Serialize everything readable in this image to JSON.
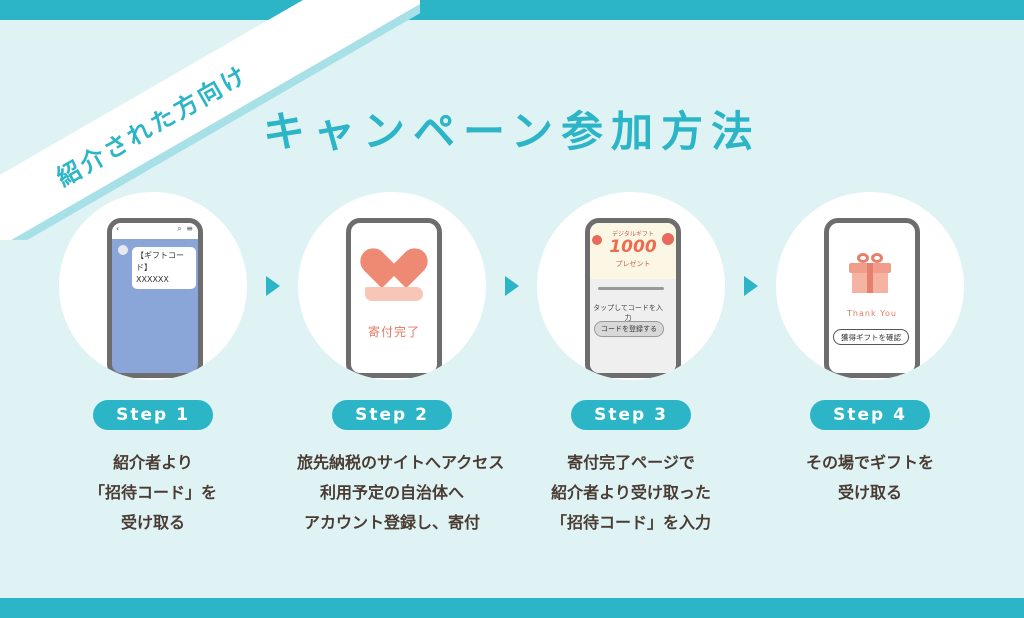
{
  "badge": "紹介された方向け",
  "title": "キャンペーン参加方法",
  "steps": [
    {
      "label": "Step 1",
      "desc": [
        "紹介者より",
        "「招待コード」を",
        "受け取る"
      ],
      "phone": {
        "message": [
          "【ギフトコード】",
          "XXXXXX"
        ]
      }
    },
    {
      "label": "Step 2",
      "desc": [
        "旅先納税のサイトへアクセス",
        "利用予定の自治体へ",
        "アカウント登録し、寄付"
      ],
      "phone": {
        "yen": "¥",
        "caption": "寄付完了"
      }
    },
    {
      "label": "Step 3",
      "desc": [
        "寄付完了ページで",
        "紹介者より受け取った",
        "「招待コード」を入力"
      ],
      "phone": {
        "banner_top": "デジタルギフト",
        "banner_big": "1000",
        "banner_sub": "プレゼント",
        "tap_text": "タップしてコードを入力",
        "button": "コードを登録する"
      }
    },
    {
      "label": "Step 4",
      "desc": [
        "その場でギフトを",
        "受け取る"
      ],
      "phone": {
        "thank": "Thank You",
        "button": "獲得ギフトを確認"
      }
    }
  ],
  "colors": {
    "accent": "#2bb5c6",
    "background": "#dff3f5",
    "coral": "#ee8a73",
    "text": "#4a3c32"
  }
}
